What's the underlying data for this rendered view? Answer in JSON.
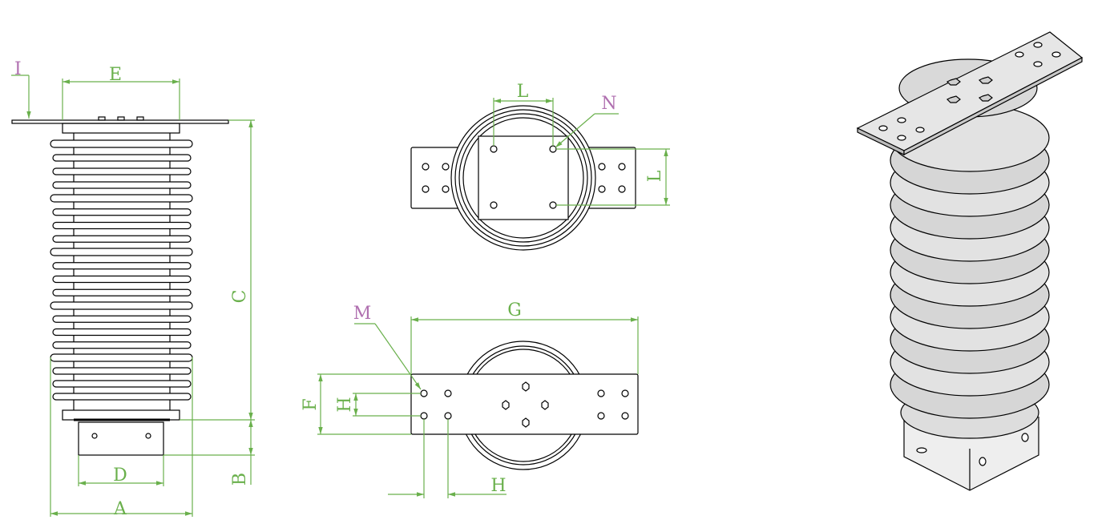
{
  "colors": {
    "line": "#000000",
    "dimension": "#6ab04c",
    "purple_label": "#b070b0",
    "fill_gray": "#d9d9d9",
    "background": "#ffffff"
  },
  "labels": {
    "I": "I",
    "E": "E",
    "C": "C",
    "B": "B",
    "D": "D",
    "A": "A",
    "L_top": "L",
    "L_side": "L",
    "N": "N",
    "M": "M",
    "G": "G",
    "F": "F",
    "H_vertical": "H",
    "H_bottom": "H"
  }
}
